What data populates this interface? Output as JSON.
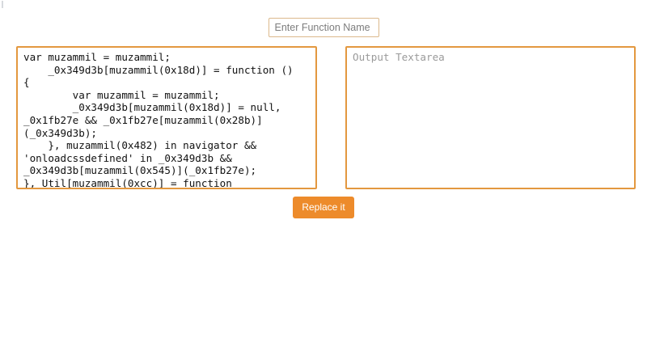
{
  "colors": {
    "accent_orange": "#e3983f",
    "button_orange": "#ed8b2b",
    "input_border": "#dcb98c",
    "page_background": "#ffffff",
    "code_text": "#111111",
    "placeholder_gray": "#9a9a9a"
  },
  "function_name": {
    "value": "",
    "placeholder": "Enter Function Name"
  },
  "code_editor": {
    "placeholder": "",
    "value": "var muzammil = muzammil;\n    _0x349d3b[muzammil(0x18d)] = function ()\n{\n        var muzammil = muzammil;\n        _0x349d3b[muzammil(0x18d)] = null, _0x1fb27e && _0x1fb27e[muzammil(0x28b)](_0x349d3b);\n    }, muzammil(0x482) in navigator && 'onloadcssdefined' in _0x349d3b && _0x349d3b[muzammil(0x545)](_0x1fb27e);\n}, Util[muzammil(0xcc)] = function"
  },
  "output_editor": {
    "value": "",
    "placeholder": "Output Textarea"
  },
  "actions": {
    "replace_label": "Replace it"
  }
}
